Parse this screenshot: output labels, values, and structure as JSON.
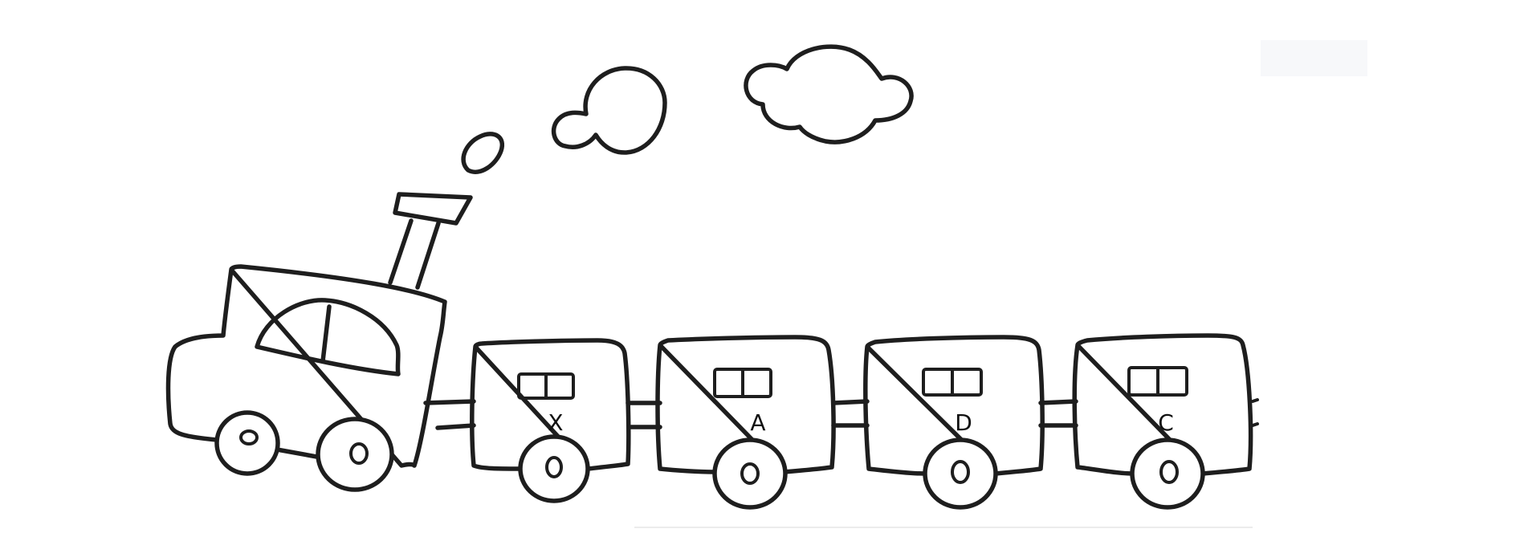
{
  "diagram": {
    "cars": [
      {
        "label": "X"
      },
      {
        "label": "A"
      },
      {
        "label": "D"
      },
      {
        "label": "C"
      }
    ],
    "colors": {
      "ink": "#1e1e1e",
      "background": "#ffffff"
    }
  }
}
